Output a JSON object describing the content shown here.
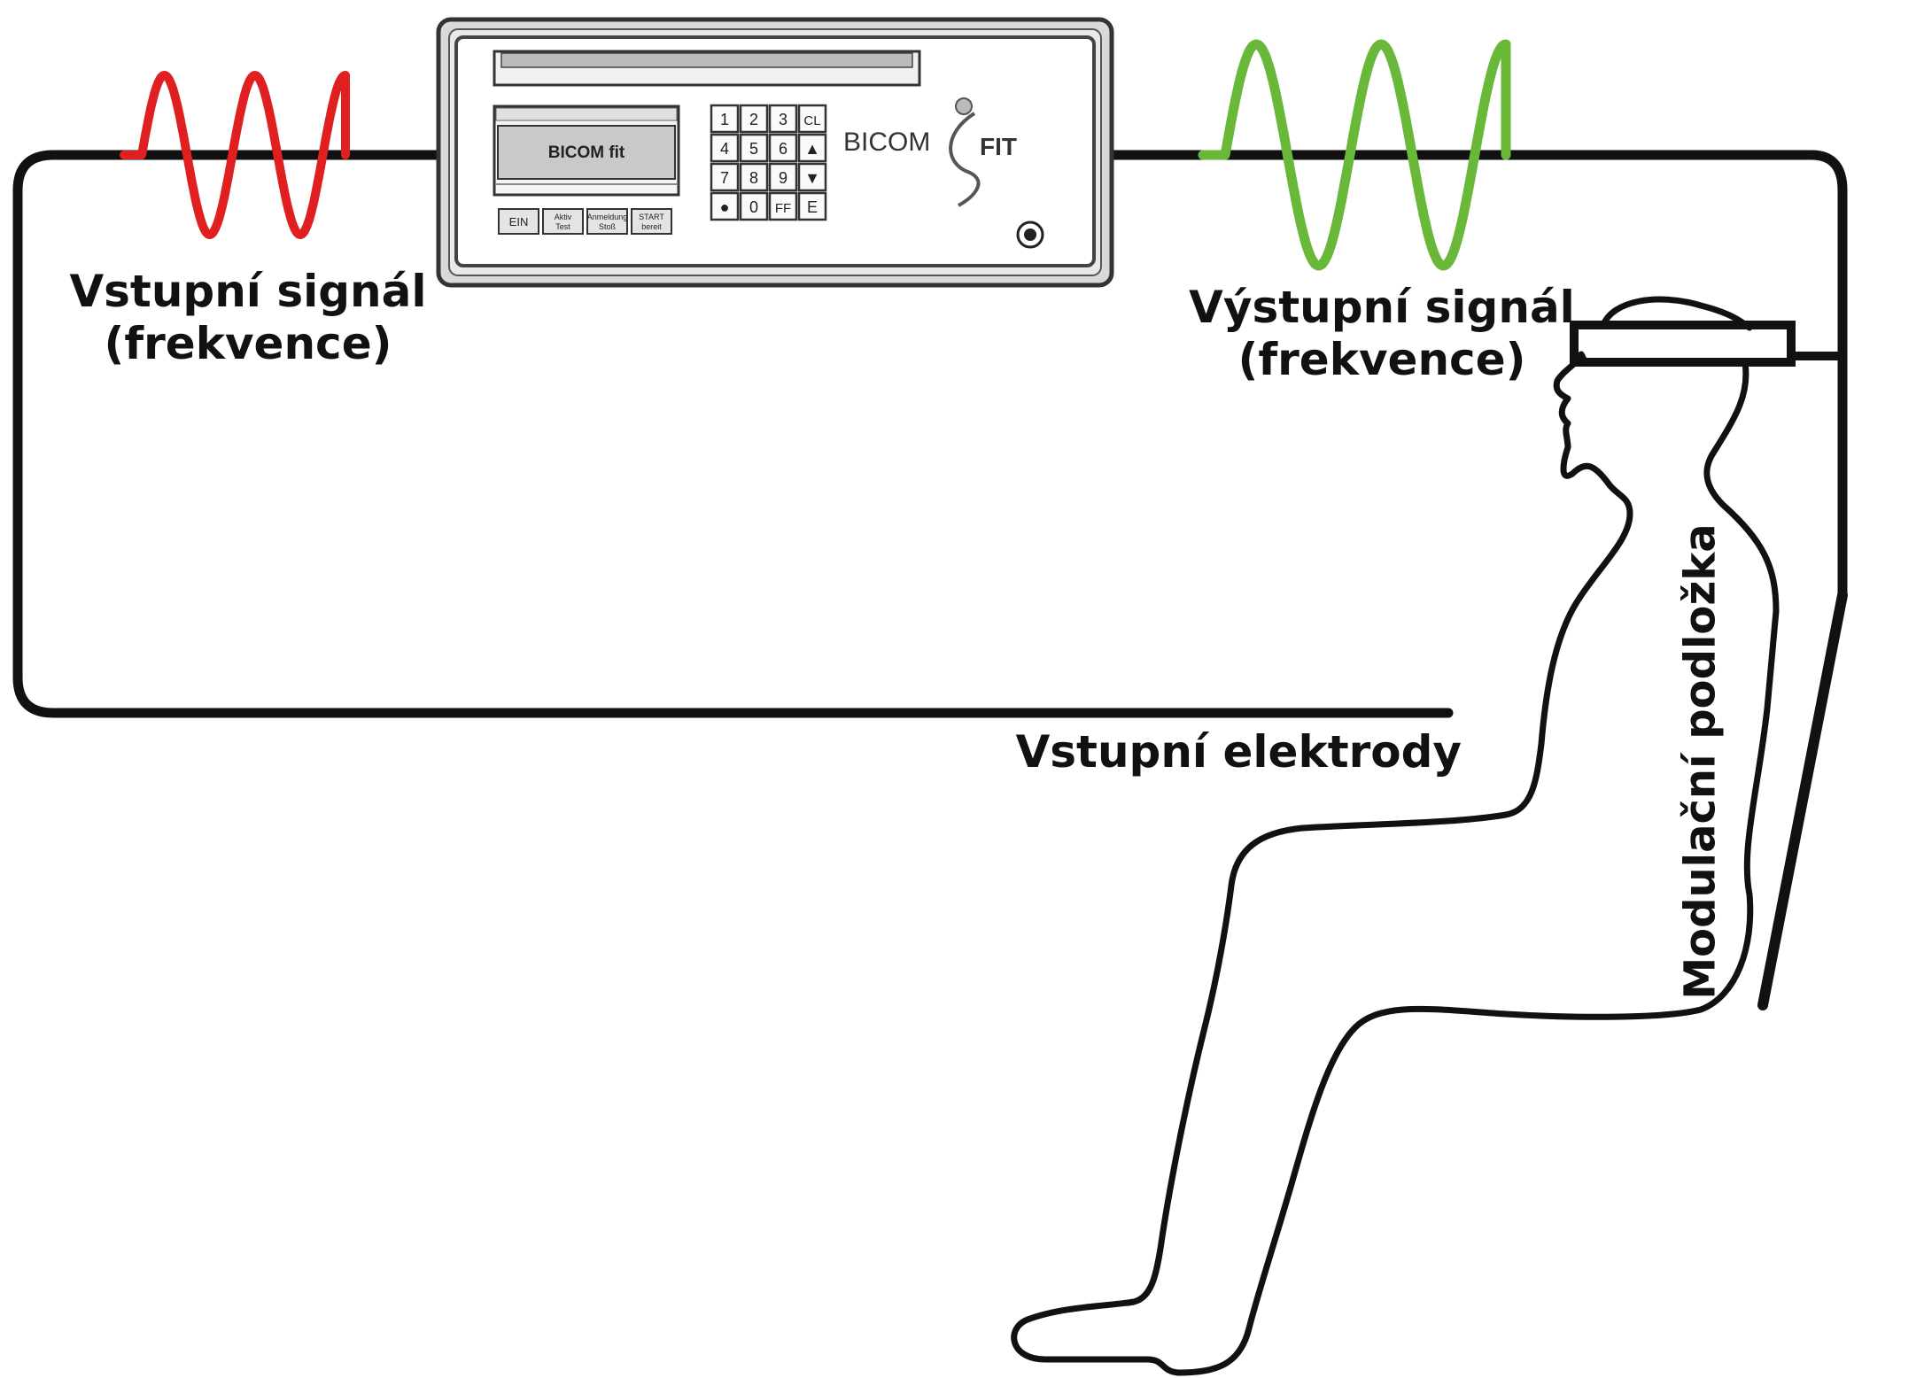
{
  "labels": {
    "input_signal_line1": "Vstupní signál",
    "input_signal_line2": "(frekvence)",
    "output_signal_line1": "Výstupní signál",
    "output_signal_line2": "(frekvence)",
    "input_electrodes": "Vstupní elektrody",
    "modulation_pad": "Modulační podložka"
  },
  "device": {
    "display_text": "BICOM fit",
    "brand": "BICOM",
    "brand_suffix": "FIT",
    "keypad": [
      [
        "1",
        "2",
        "3",
        "CL"
      ],
      [
        "4",
        "5",
        "6",
        "▲"
      ],
      [
        "7",
        "8",
        "9",
        "▼"
      ],
      [
        "●",
        "0",
        "FF",
        "E"
      ]
    ],
    "buttons": [
      {
        "line1": "EIN",
        "line2": ""
      },
      {
        "line1": "Aktiv",
        "line2": "Test"
      },
      {
        "line1": "Anmeldung",
        "line2": "Stoß"
      },
      {
        "line1": "START",
        "line2": "bereit"
      }
    ]
  },
  "colors": {
    "input_wave": "#e02020",
    "output_wave": "#6ab83a",
    "wire": "#111111"
  }
}
